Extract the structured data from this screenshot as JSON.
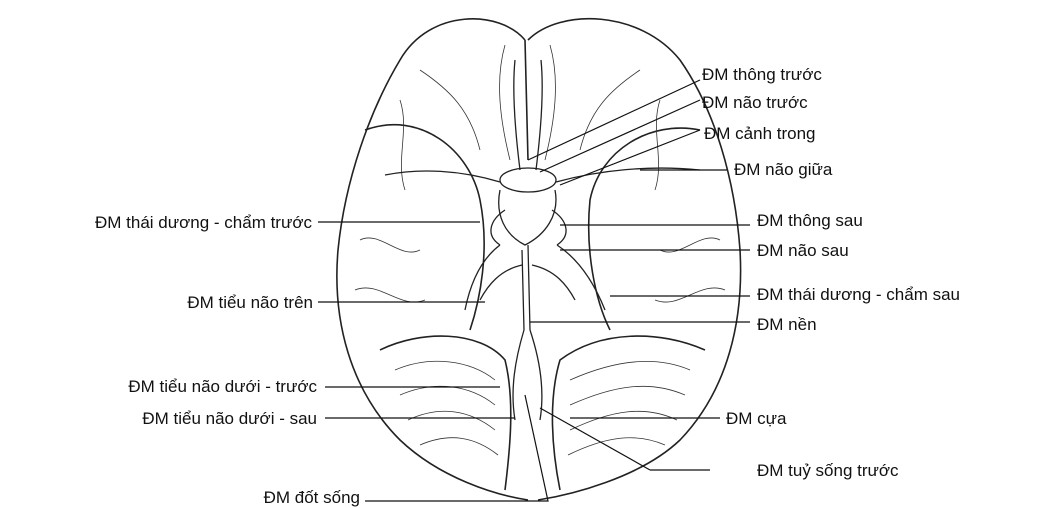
{
  "labels": {
    "dm_thong_truoc": "ĐM thông trước",
    "dm_nao_truoc": "ĐM não trước",
    "dm_canh_trong": "ĐM cảnh trong",
    "dm_nao_giua": "ĐM não giữa",
    "dm_thai_duong_cham_truoc": "ĐM thái dương - chẩm trước",
    "dm_thong_sau": "ĐM thông sau",
    "dm_nao_sau": "ĐM não sau",
    "dm_tieu_nao_tren": "ĐM tiểu não trên",
    "dm_thai_duong_cham_sau": "ĐM thái dương - chẩm sau",
    "dm_nen": "ĐM nền",
    "dm_tieu_nao_duoi_truoc": "ĐM tiểu não dưới - trước",
    "dm_tieu_nao_duoi_sau": "ĐM tiểu não dưới - sau",
    "dm_cua": "ĐM cựa",
    "dm_tuy_song_truoc": "ĐM tuỷ sống trước",
    "dm_dot_song": "ĐM đốt sống"
  }
}
